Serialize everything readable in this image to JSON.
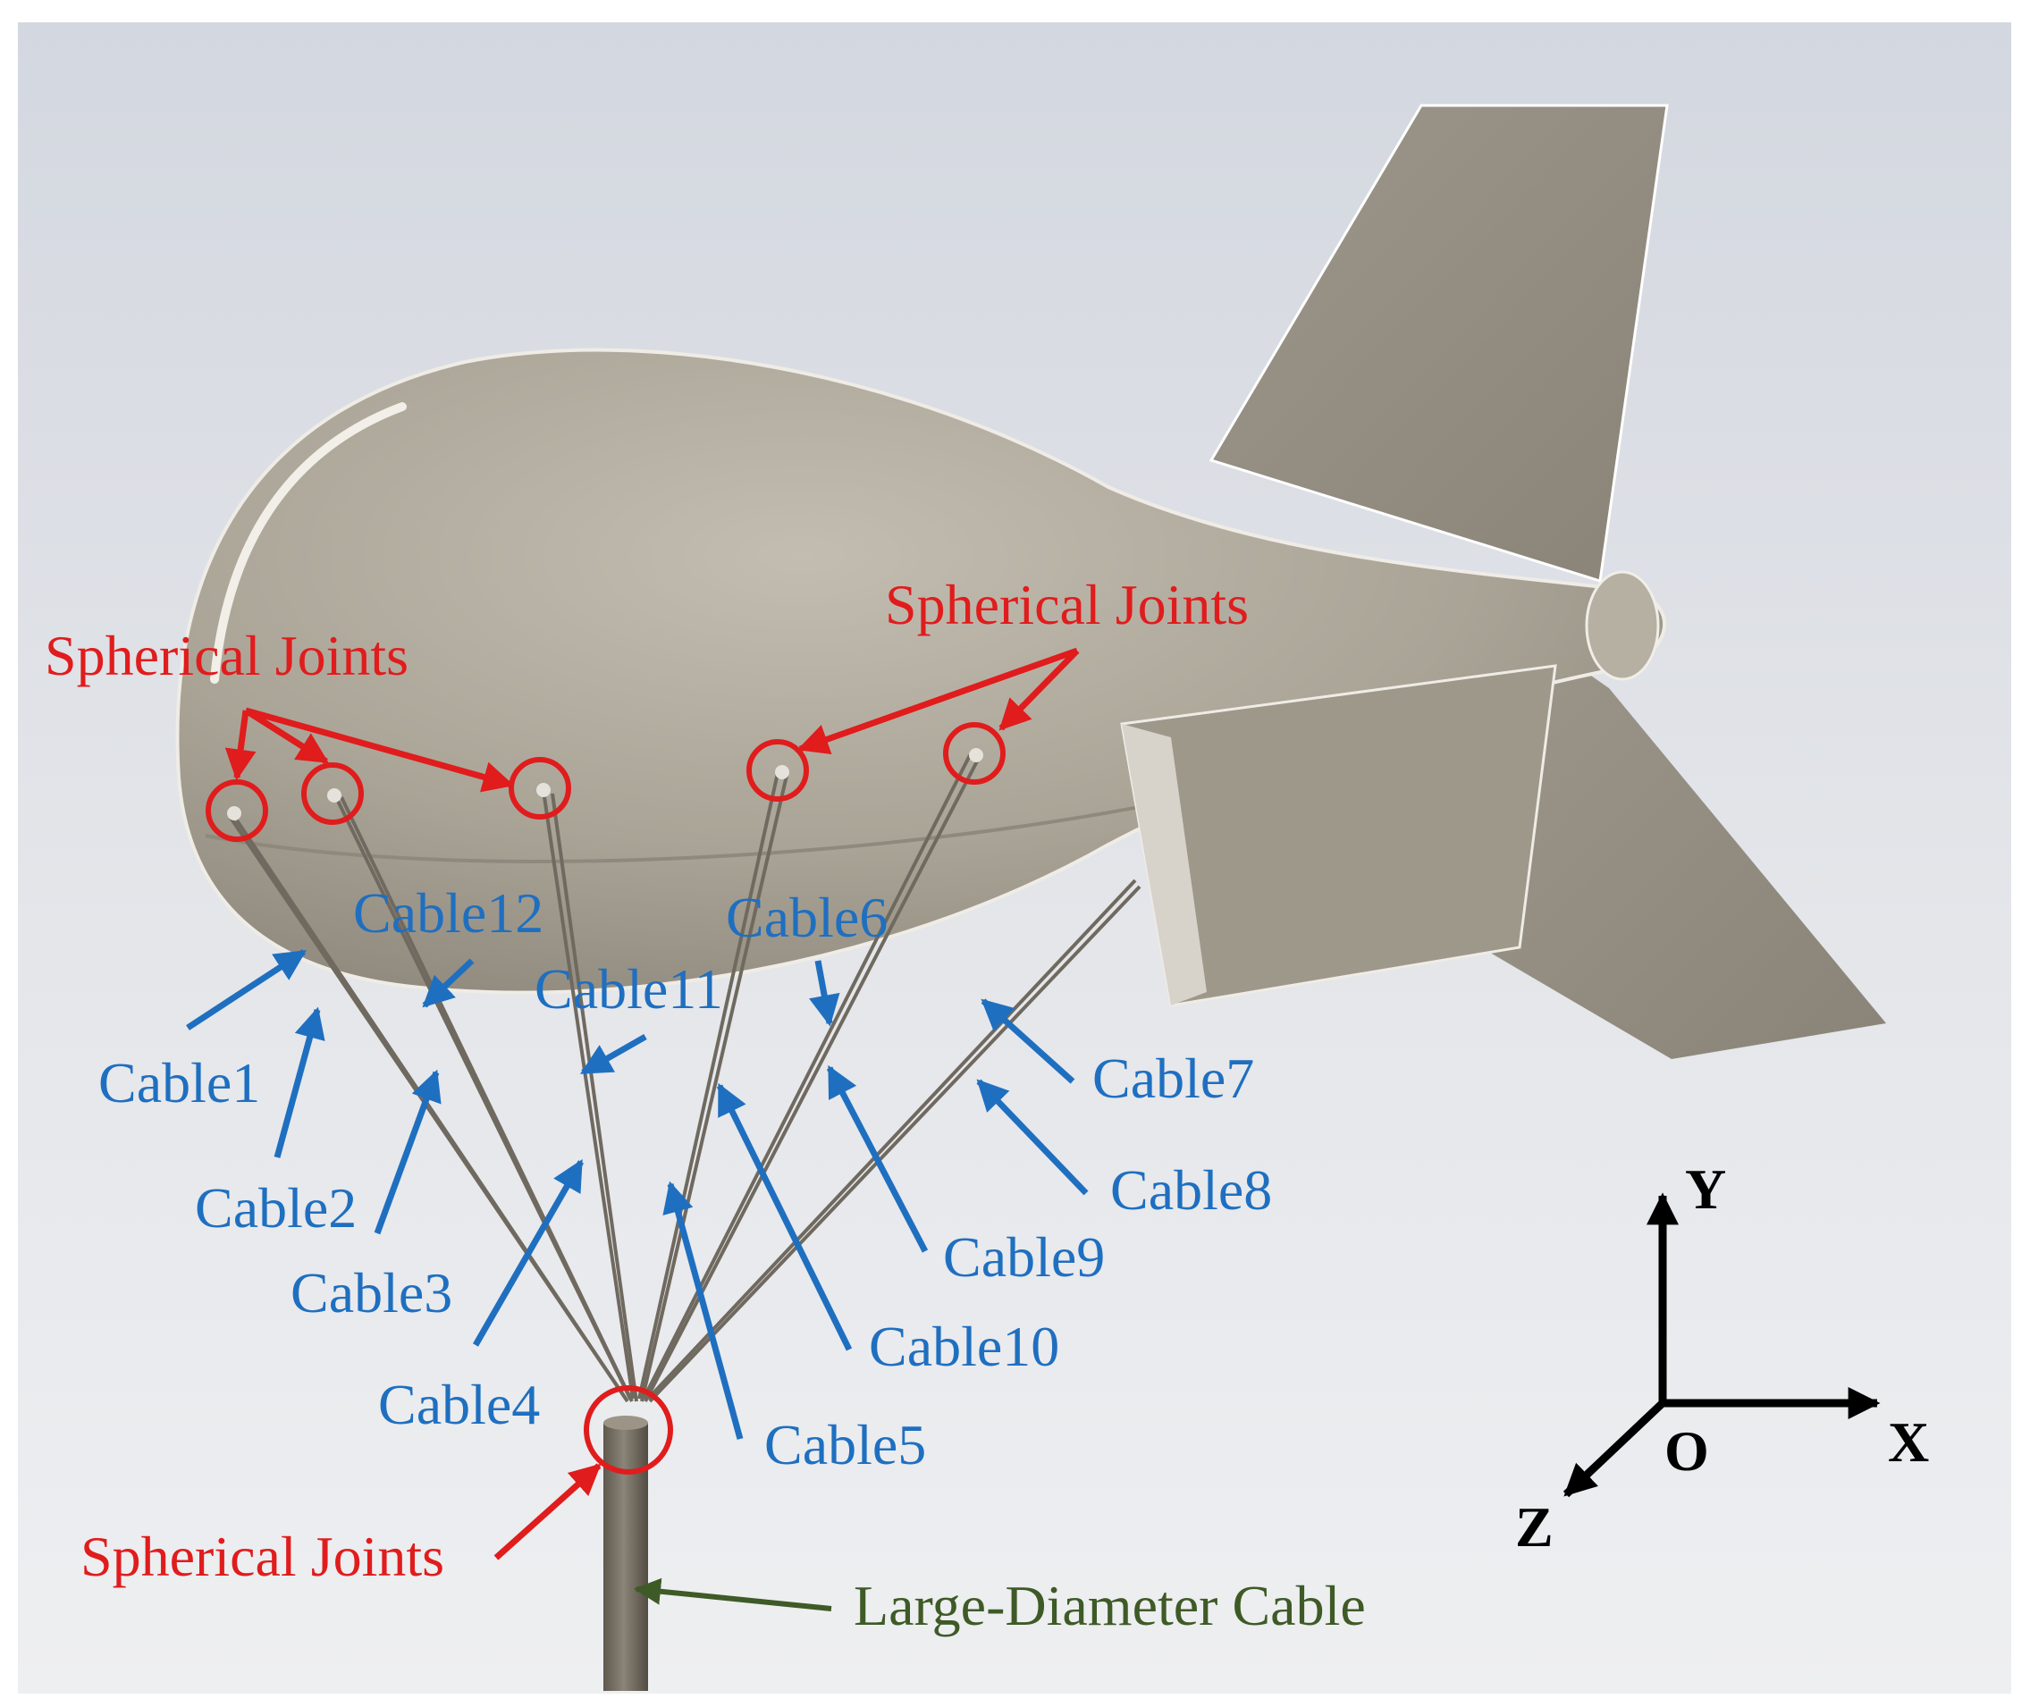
{
  "colors": {
    "cable_label": "#1f6fc0",
    "joint_label": "#e01c1c",
    "main_cable_label": "#3e5a26",
    "axis": "#000000",
    "hull": "#b3ada0",
    "sky_top": "#d5d9e0",
    "sky_bottom": "#eeeff1"
  },
  "labels": {
    "cables": [
      "Cable1",
      "Cable2",
      "Cable3",
      "Cable4",
      "Cable5",
      "Cable6",
      "Cable7",
      "Cable8",
      "Cable9",
      "Cable10",
      "Cable11",
      "Cable12"
    ],
    "joints_left": "Spherical Joints",
    "joints_right": "Spherical Joints",
    "joints_bottom": "Spherical Joints",
    "main_cable": "Large-Diameter Cable"
  },
  "axes": {
    "x": "X",
    "y": "Y",
    "z": "Z",
    "origin": "O"
  }
}
